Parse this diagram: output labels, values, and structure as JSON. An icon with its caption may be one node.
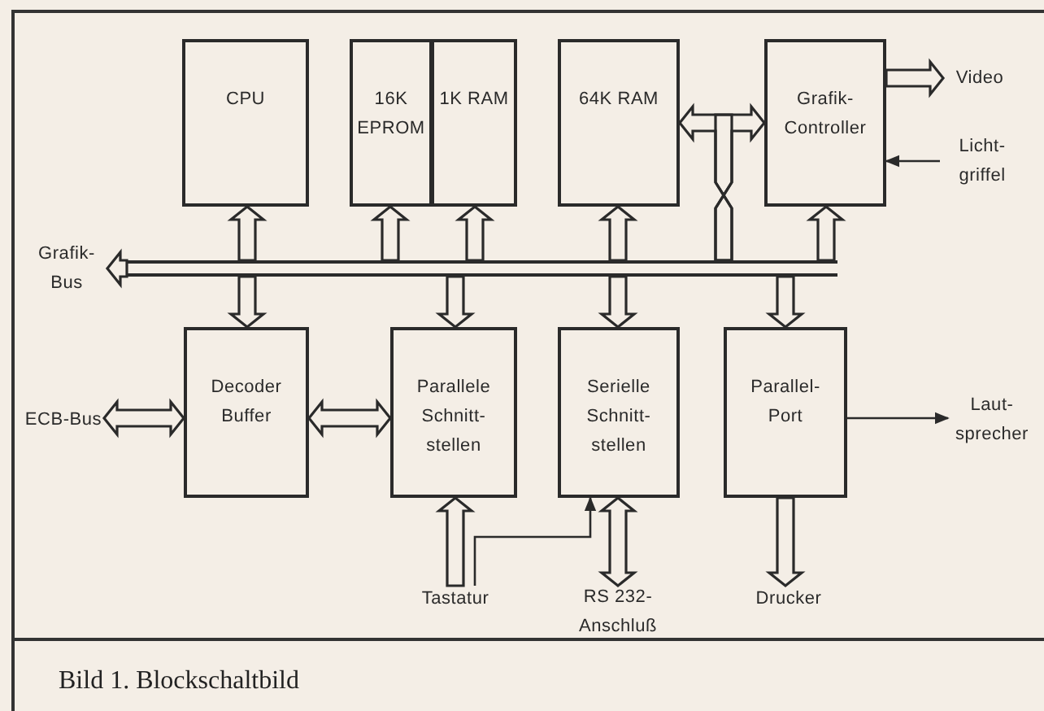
{
  "diagram": {
    "caption": "Bild 1. Blockschaltbild",
    "nodes": [
      {
        "text": [
          "CPU"
        ]
      },
      {
        "text": [
          "16K EPROM"
        ]
      },
      {
        "text": [
          "1K RAM"
        ]
      },
      {
        "text": [
          "64K RAM"
        ]
      },
      {
        "text": [
          "Grafik-Controller"
        ]
      },
      {
        "text": [],
        "shape": "bar"
      },
      {
        "text": [
          "Grafik-Bus"
        ]
      },
      {
        "text": [
          "Video"
        ]
      },
      {
        "text": [
          "Licht-griffel"
        ]
      },
      {
        "text": [
          "ECB-Bus"
        ]
      },
      {
        "text": [
          "Decoder Buffer"
        ]
      },
      {
        "text": [
          "Parallele Schnitt-stellen"
        ]
      },
      {
        "text": [
          "Serielle Schnitt-stellen"
        ]
      },
      {
        "text": [
          "Parallel-Port"
        ]
      },
      {
        "text": [
          "Laut-sprecher"
        ]
      },
      {
        "text": [
          "Tastatur"
        ]
      },
      {
        "text": [
          "RS 232-Anschluß"
        ]
      },
      {
        "text": [
          "Drucker"
        ]
      }
    ],
    "edges": [
      {
        "from": 5,
        "to": 0,
        "arrow": "to",
        "style": "thick"
      },
      {
        "from": 5,
        "to": 10,
        "arrow": "to",
        "style": "thick"
      },
      {
        "from": 5,
        "to": 1,
        "arrow": "to",
        "style": "thick"
      },
      {
        "from": 5,
        "to": 11,
        "arrow": "to",
        "style": "thick"
      },
      {
        "from": 5,
        "to": 2,
        "arrow": "to",
        "style": "thick"
      },
      {
        "from": 5,
        "to": 3,
        "arrow": "to",
        "style": "thick"
      },
      {
        "from": 5,
        "to": 12,
        "arrow": "to",
        "style": "thick"
      },
      {
        "from": 5,
        "to": 3,
        "arrow": "to",
        "style": "thick"
      },
      {
        "from": 5,
        "to": 4,
        "arrow": "to",
        "style": "thick"
      },
      {
        "from": 5,
        "to": 4,
        "arrow": "to",
        "style": "thick"
      },
      {
        "from": 5,
        "to": 13,
        "arrow": "to",
        "style": "thick"
      },
      {
        "from": 5,
        "to": 6,
        "arrow": "to",
        "style": "thick"
      },
      {
        "from": 4,
        "to": 7,
        "arrow": "to",
        "style": "thick"
      },
      {
        "from": 8,
        "to": 4,
        "arrow": "to"
      },
      {
        "from": 9,
        "to": 10,
        "arrow": "both",
        "style": "thick"
      },
      {
        "from": 10,
        "to": 11,
        "arrow": "both",
        "style": "thick"
      },
      {
        "from": 13,
        "to": 14,
        "arrow": "to"
      },
      {
        "from": 15,
        "to": 11,
        "arrow": "to",
        "style": "thick"
      },
      {
        "from": 15,
        "to": 12,
        "arrow": "to"
      },
      {
        "from": 12,
        "to": 16,
        "arrow": "both",
        "style": "thick"
      },
      {
        "from": 13,
        "to": 17,
        "arrow": "to",
        "style": "thick"
      }
    ]
  }
}
